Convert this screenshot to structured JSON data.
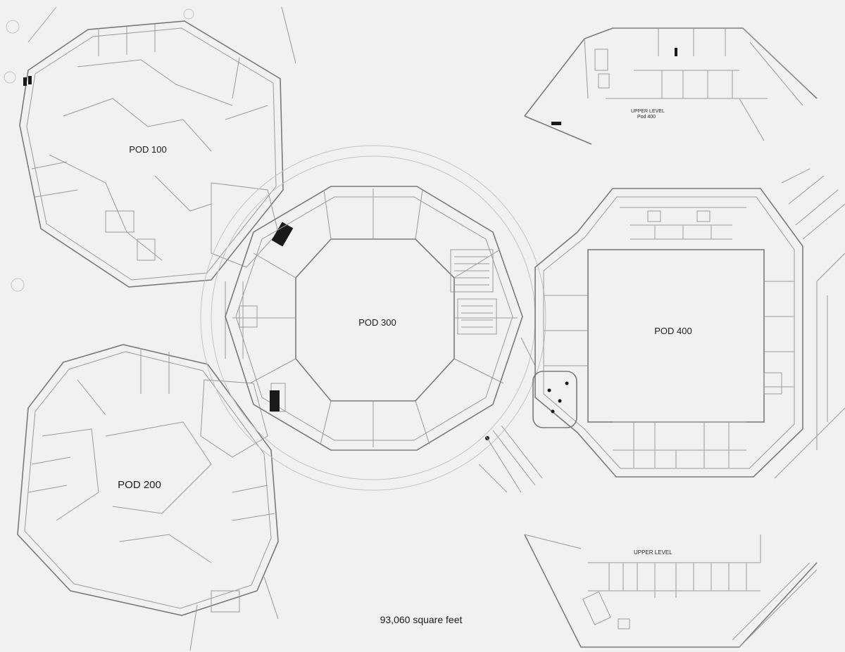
{
  "pods": [
    {
      "id": "pod-100",
      "label": "POD 100"
    },
    {
      "id": "pod-200",
      "label": "POD 200"
    },
    {
      "id": "pod-300",
      "label": "POD 300"
    },
    {
      "id": "pod-400",
      "label": "POD 400"
    }
  ],
  "upper_level_pod400": {
    "line1": "UPPER LEVEL",
    "line2": "Pod 400"
  },
  "upper_level_bottom": {
    "label": "UPPER LEVEL"
  },
  "total_area": "93,060 square feet",
  "colors": {
    "background": "#f1f1f1",
    "lines": "#7a7a7a",
    "text": "#1c1c1c"
  }
}
